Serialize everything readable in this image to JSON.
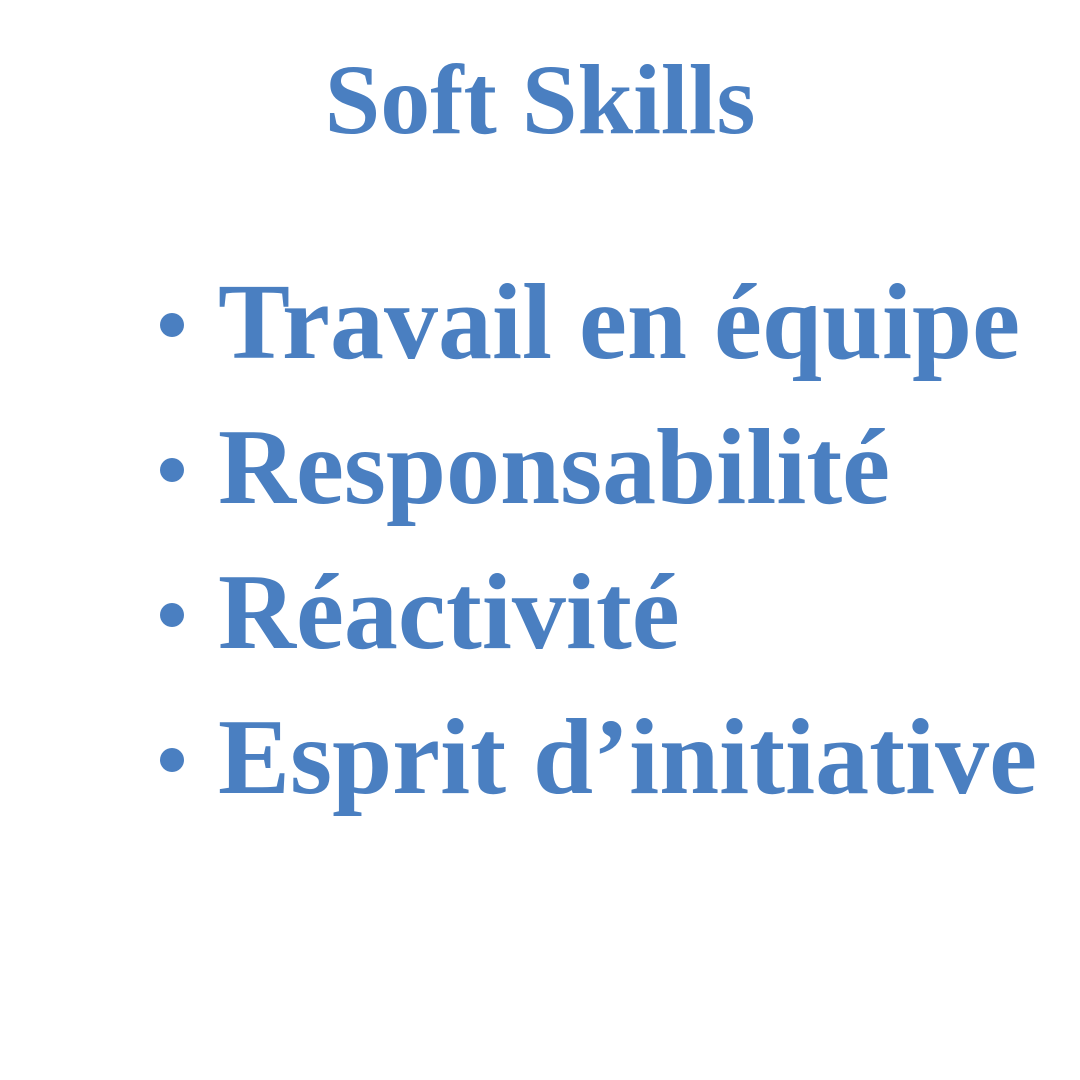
{
  "title": "Soft Skills",
  "items": [
    {
      "label": "Travail en équipe"
    },
    {
      "label": "Responsabilité"
    },
    {
      "label": "Réactivité"
    },
    {
      "label": "Esprit d’initiative"
    }
  ],
  "colors": {
    "text": "#4a7fc1",
    "background": "#ffffff"
  }
}
